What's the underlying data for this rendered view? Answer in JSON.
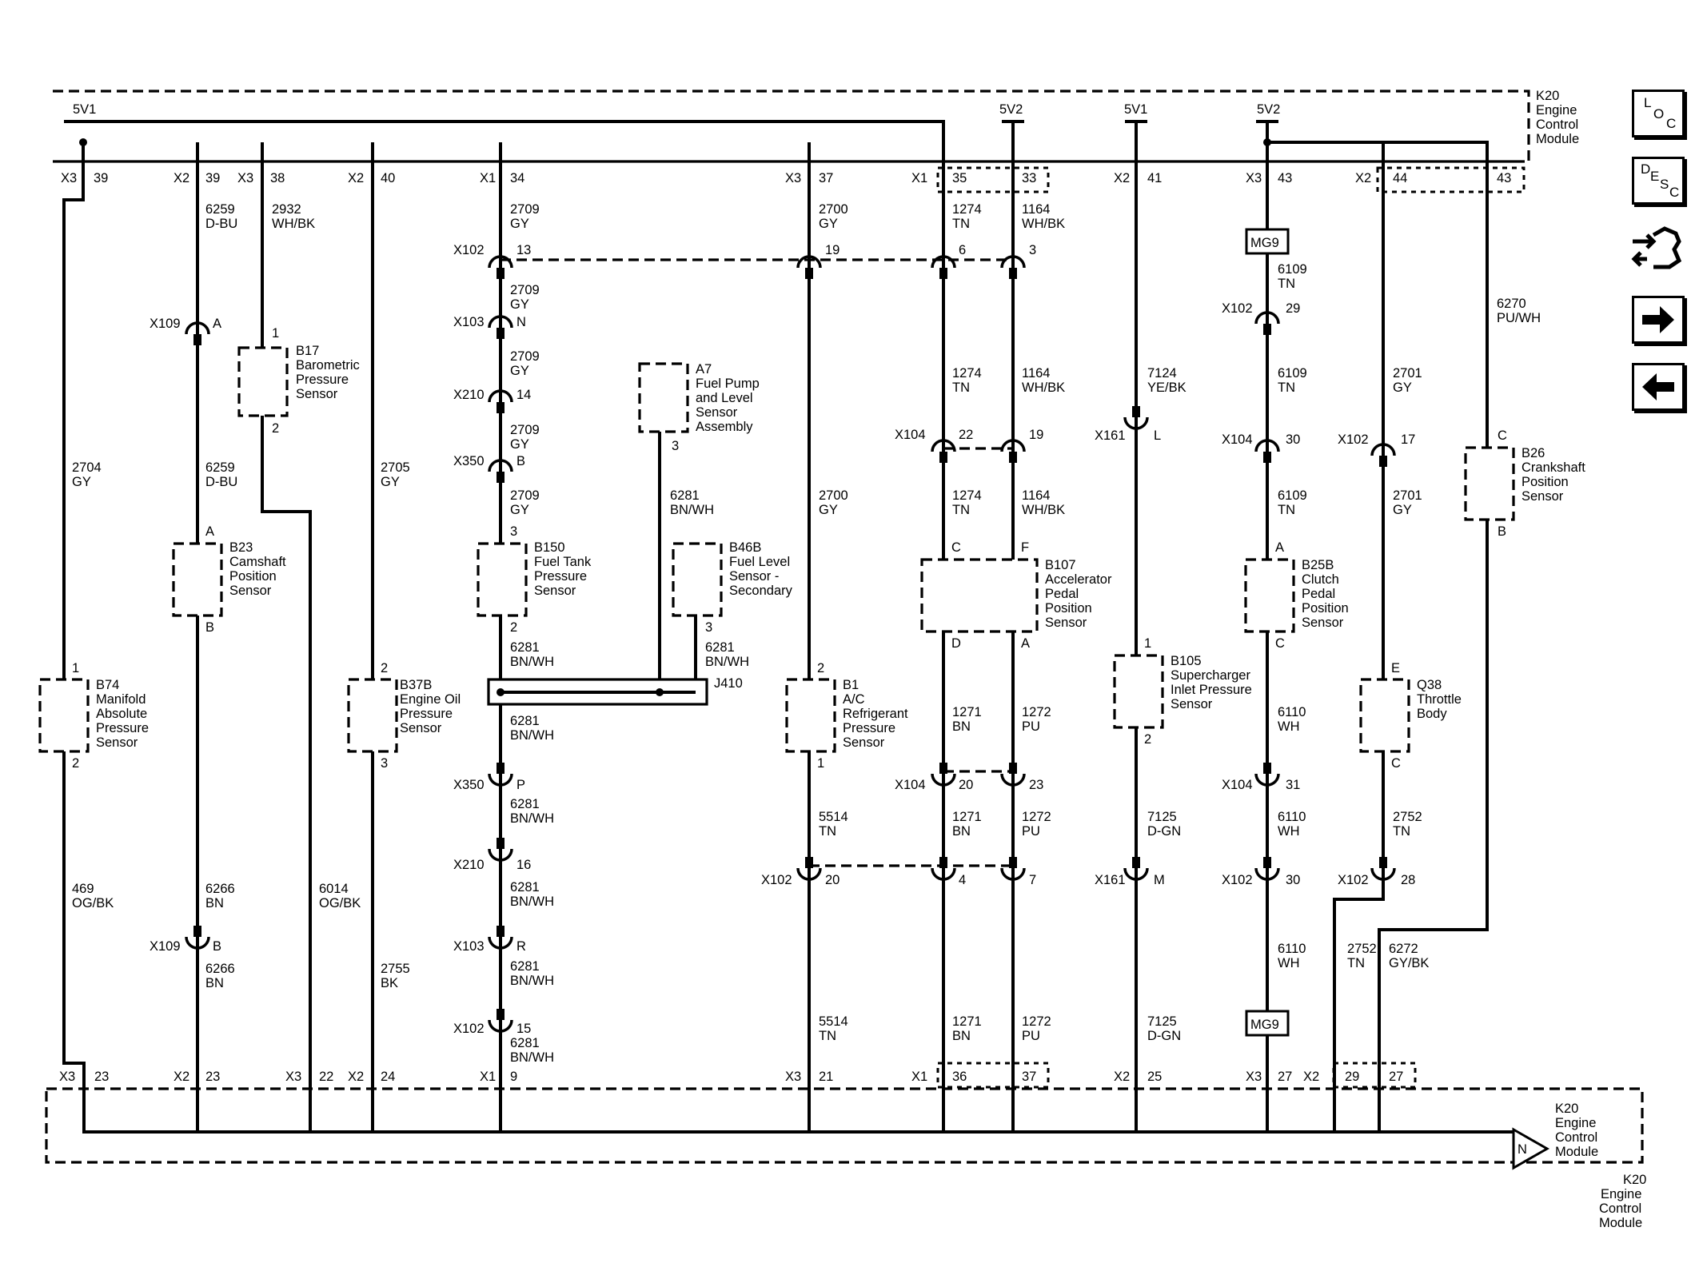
{
  "module_name": "K20",
  "module_desc_lines": [
    "Engine",
    "Control",
    "Module"
  ],
  "ground_symbol": "N",
  "top_pins": [
    {
      "conn": "X3",
      "pin": "39"
    },
    {
      "conn": "X2",
      "pin": "39"
    },
    {
      "conn": "X3",
      "pin": "38"
    },
    {
      "conn": "X2",
      "pin": "40"
    },
    {
      "conn": "X1",
      "pin": "34"
    },
    {
      "conn": "X3",
      "pin": "37"
    },
    {
      "conn": "X1",
      "pin": "35"
    },
    {
      "conn": "",
      "pin": "33"
    },
    {
      "conn": "X2",
      "pin": "41"
    },
    {
      "conn": "X3",
      "pin": "43"
    },
    {
      "conn": "X2",
      "pin": "44"
    },
    {
      "conn": "",
      "pin": "43"
    }
  ],
  "bottom_pins": [
    {
      "conn": "X3",
      "pin": "23"
    },
    {
      "conn": "X2",
      "pin": "23"
    },
    {
      "conn": "X3",
      "pin": "22"
    },
    {
      "conn": "X2",
      "pin": "24"
    },
    {
      "conn": "X1",
      "pin": "9"
    },
    {
      "conn": "X3",
      "pin": "21"
    },
    {
      "conn": "X1",
      "pin": "36"
    },
    {
      "conn": "",
      "pin": "37"
    },
    {
      "conn": "X2",
      "pin": "25"
    },
    {
      "conn": "X3",
      "pin": "27"
    },
    {
      "conn": "X2",
      "pin": "29"
    },
    {
      "conn": "",
      "pin": "27"
    }
  ],
  "supplies": [
    "5V1",
    "5V2",
    "5V1",
    "5V2"
  ],
  "components": [
    {
      "id": "B17",
      "lines": [
        "Barometric",
        "Pressure",
        "Sensor"
      ]
    },
    {
      "id": "B23",
      "lines": [
        "Camshaft",
        "Position",
        "Sensor"
      ]
    },
    {
      "id": "B74",
      "lines": [
        "Manifold",
        "Absolute",
        "Pressure",
        "Sensor"
      ]
    },
    {
      "id": "B37B",
      "lines": [
        "Engine Oil",
        "Pressure",
        "Sensor"
      ]
    },
    {
      "id": "A7",
      "lines": [
        "Fuel Pump",
        "and Level",
        "Sensor",
        "Assembly"
      ]
    },
    {
      "id": "B150",
      "lines": [
        "Fuel Tank",
        "Pressure",
        "Sensor"
      ]
    },
    {
      "id": "B46B",
      "lines": [
        "Fuel Level",
        "Sensor -",
        "Secondary"
      ]
    },
    {
      "id": "B1",
      "lines": [
        "A/C",
        "Refrigerant",
        "Pressure",
        "Sensor"
      ]
    },
    {
      "id": "B107",
      "lines": [
        "Accelerator",
        "Pedal",
        "Position",
        "Sensor"
      ]
    },
    {
      "id": "B105",
      "lines": [
        "Supercharger",
        "Inlet Pressure",
        "Sensor"
      ]
    },
    {
      "id": "B25B",
      "lines": [
        "Clutch",
        "Pedal",
        "Position",
        "Sensor"
      ]
    },
    {
      "id": "Q38",
      "lines": [
        "Throttle",
        "Body"
      ]
    },
    {
      "id": "B26",
      "lines": [
        "Crankshaft",
        "Position",
        "Sensor"
      ]
    }
  ],
  "splice": "J410",
  "ground_label": "MG9",
  "connectors": [
    "X109",
    "X102",
    "X103",
    "X210",
    "X350",
    "X104",
    "X161"
  ],
  "wire_labels": [
    {
      "circuit": "6259",
      "color": "D-BU"
    },
    {
      "circuit": "2932",
      "color": "WH/BK"
    },
    {
      "circuit": "2709",
      "color": "GY"
    },
    {
      "circuit": "2700",
      "color": "GY"
    },
    {
      "circuit": "1274",
      "color": "TN"
    },
    {
      "circuit": "1164",
      "color": "WH/BK"
    },
    {
      "circuit": "6109",
      "color": "TN"
    },
    {
      "circuit": "6270",
      "color": "PU/WH"
    },
    {
      "circuit": "7124",
      "color": "YE/BK"
    },
    {
      "circuit": "2701",
      "color": "GY"
    },
    {
      "circuit": "2704",
      "color": "GY"
    },
    {
      "circuit": "2705",
      "color": "GY"
    },
    {
      "circuit": "6281",
      "color": "BN/WH"
    },
    {
      "circuit": "1271",
      "color": "BN"
    },
    {
      "circuit": "1272",
      "color": "PU"
    },
    {
      "circuit": "6110",
      "color": "WH"
    },
    {
      "circuit": "469",
      "color": "OG/BK"
    },
    {
      "circuit": "6266",
      "color": "BN"
    },
    {
      "circuit": "6014",
      "color": "OG/BK"
    },
    {
      "circuit": "2755",
      "color": "BK"
    },
    {
      "circuit": "5514",
      "color": "TN"
    },
    {
      "circuit": "7125",
      "color": "D-GN"
    },
    {
      "circuit": "2752",
      "color": "TN"
    },
    {
      "circuit": "6272",
      "color": "GY/BK"
    }
  ],
  "nav": {
    "loc_letters": [
      "L",
      "O",
      "C"
    ],
    "desc_letters": [
      "D",
      "E",
      "S",
      "C"
    ],
    "icons": [
      "connector-end-view-icon",
      "arrow-right-icon",
      "arrow-left-icon"
    ]
  }
}
